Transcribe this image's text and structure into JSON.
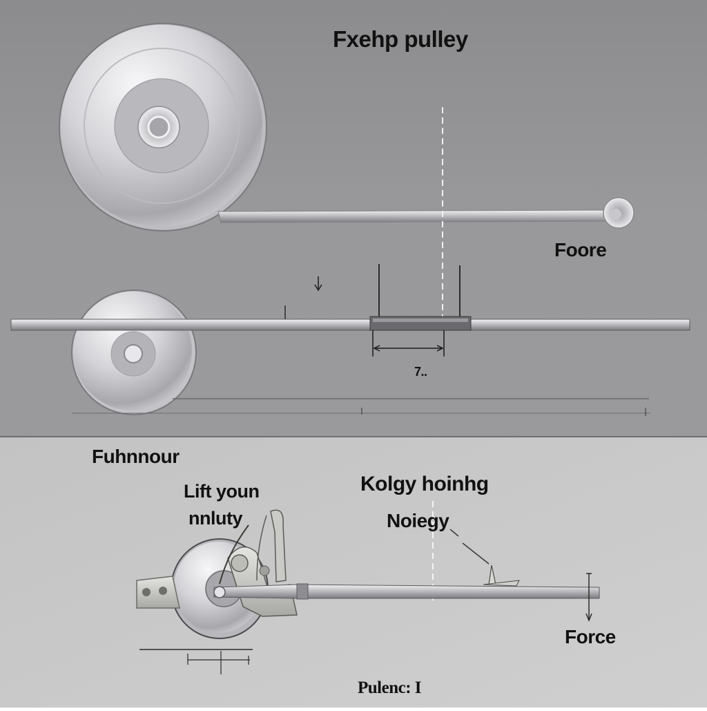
{
  "colors": {
    "top_background": "#929294",
    "bottom_background": "#c8c8c8",
    "metal_light": "#f4f4f6",
    "metal_mid": "#c4c4c8",
    "metal_dark": "#8a8a8e",
    "ink": "#111111"
  },
  "labels": {
    "top_title": "Fxehp pulley",
    "force_top": "Foore",
    "dim_value": "7..",
    "section_title": "Fuhnnour",
    "lift_line1": "Lift youn",
    "lift_line2": "nnluty",
    "mid_line1": "Kolgy hoinhg",
    "mid_line2": "Noiegy",
    "force_bottom": "Force",
    "caption": "Pulenc: I"
  },
  "icons": [
    "pulley-wheel-icon",
    "pulley-wheel-icon",
    "pulley-bracket-icon",
    "down-arrow-icon"
  ]
}
